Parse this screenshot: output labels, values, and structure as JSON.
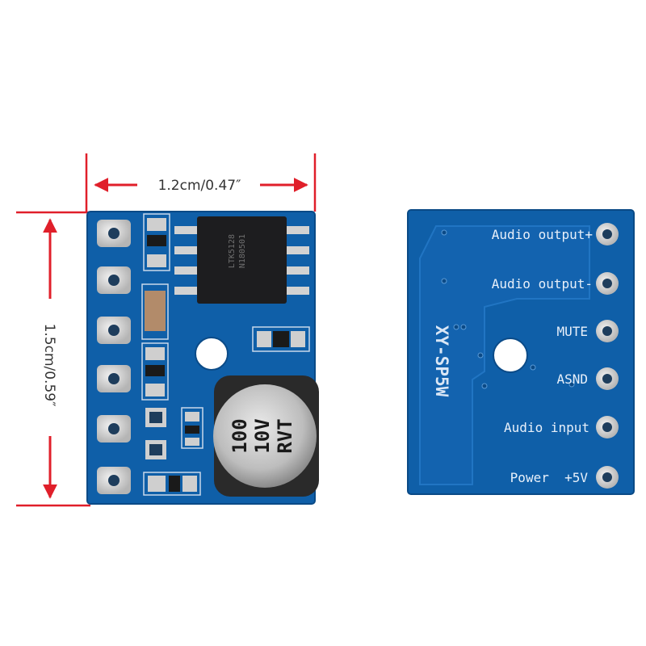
{
  "dimensions": {
    "width_label": "1.2cm/0.47″",
    "height_label": "1.5cm/0.59″"
  },
  "front_board": {
    "chip_line1": "LTK5128",
    "chip_line2": "N180501",
    "capacitor_text": [
      "100",
      "10V",
      "RVT"
    ]
  },
  "back_board": {
    "model_label": "XY-SP5W",
    "pin_labels": [
      "Audio output+",
      "Audio output-",
      "MUTE",
      "ASND",
      "Audio input",
      "Power  +5V"
    ]
  },
  "colors": {
    "pcb": "#0f5fa8",
    "pcb_edge": "#0a4a86",
    "pad": "#d7d7d7",
    "dimension": "#e01f2a"
  }
}
